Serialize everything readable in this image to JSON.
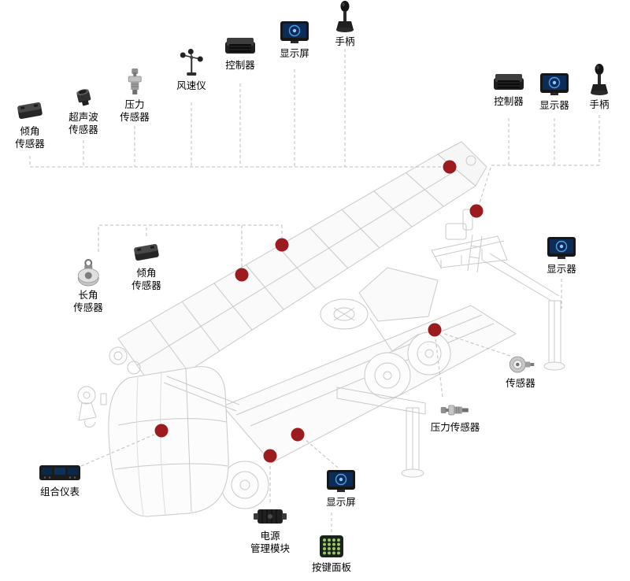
{
  "diagram": {
    "type": "component-callout-diagram",
    "subject": "truck-mounted aerial crane wireframe with sensor callouts",
    "colors": {
      "marker_dot": "#9b1b1e",
      "callout_line": "#bdbdbd",
      "wireframe_line": "#c9c9c9",
      "screen_blue": "#0c2b57",
      "screen_accent": "#4f9fe8"
    },
    "callout_markers": {
      "count": 8
    },
    "components": [
      {
        "label": "倾角\n传感器",
        "icon": "tilt-sensor-icon"
      },
      {
        "label": "超声波\n传感器",
        "icon": "ultrasonic-sensor-icon"
      },
      {
        "label": "压力\n传感器",
        "icon": "pressure-sensor-icon"
      },
      {
        "label": "风速仪",
        "icon": "anemometer-icon"
      },
      {
        "label": "控制器",
        "icon": "controller-icon"
      },
      {
        "label": "显示屏",
        "icon": "display-screen-icon"
      },
      {
        "label": "手柄",
        "icon": "joystick-icon"
      },
      {
        "label": "控制器",
        "icon": "controller-icon"
      },
      {
        "label": "显示器",
        "icon": "display-screen-icon"
      },
      {
        "label": "手柄",
        "icon": "joystick-icon"
      },
      {
        "label": "长角\n传感器",
        "icon": "angle-sensor-icon"
      },
      {
        "label": "倾角\n传感器",
        "icon": "tilt-sensor-icon"
      },
      {
        "label": "显示器",
        "icon": "display-screen-icon"
      },
      {
        "label": "传感器",
        "icon": "sensor-icon"
      },
      {
        "label": "压力传感器",
        "icon": "pressure-sensor-icon"
      },
      {
        "label": "组合仪表",
        "icon": "combo-instrument-icon"
      },
      {
        "label": "显示屏",
        "icon": "display-screen-icon"
      },
      {
        "label": "电源\n管理模块",
        "icon": "power-module-icon"
      },
      {
        "label": "按键面板",
        "icon": "keypad-panel-icon"
      }
    ]
  }
}
